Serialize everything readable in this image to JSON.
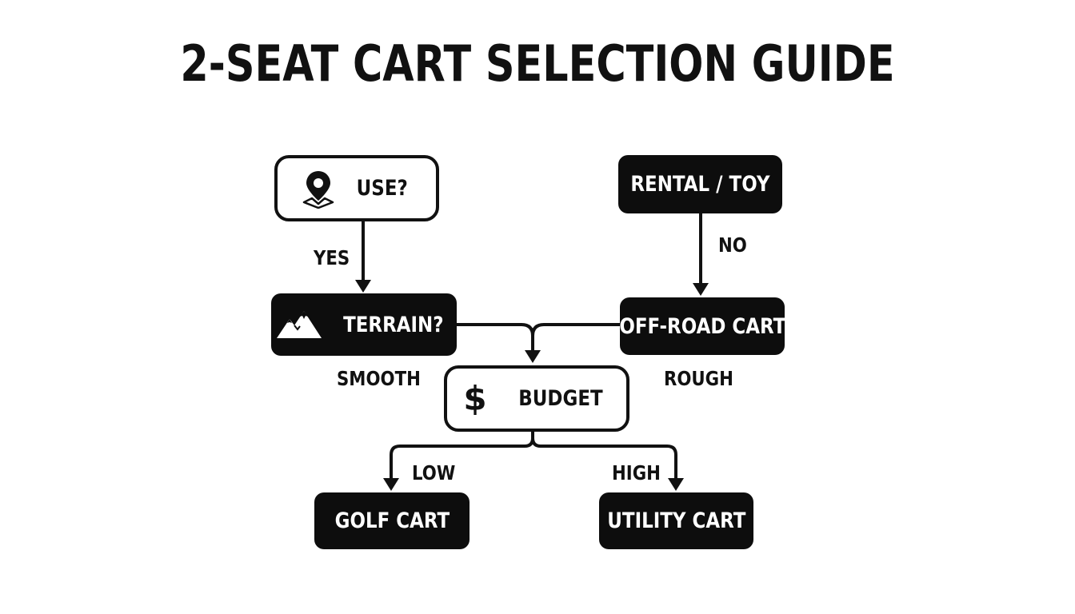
{
  "diagram": {
    "title": "2-SEAT CART SELECTION GUIDE",
    "nodes": {
      "use": {
        "label": "USE?",
        "icon": "map-pin-icon"
      },
      "rental_toy": {
        "label": "RENTAL / TOY"
      },
      "terrain": {
        "label": "TERRAIN?",
        "icon": "mountains-icon"
      },
      "off_road_cart": {
        "label": "OFF-ROAD CART"
      },
      "budget": {
        "label": "BUDGET",
        "icon": "dollar-sign-icon"
      },
      "golf_cart": {
        "label": "GOLF CART"
      },
      "utility_cart": {
        "label": "UTILITY CART"
      }
    },
    "edges": {
      "use_terrain": {
        "from": "use",
        "to": "terrain",
        "label": "YES"
      },
      "rental_offroad": {
        "from": "rental_toy",
        "to": "off_road_cart",
        "label": "NO"
      },
      "terrain_budget": {
        "from": "terrain",
        "to": "budget",
        "label": "SMOOTH"
      },
      "offroad_budget": {
        "from": "off_road_cart",
        "to": "budget",
        "label": "ROUGH"
      },
      "budget_golf": {
        "from": "budget",
        "to": "golf_cart",
        "label": "LOW"
      },
      "budget_utility": {
        "from": "budget",
        "to": "utility_cart",
        "label": "HIGH"
      }
    },
    "colors": {
      "ink": "#111111",
      "background": "#ffffff",
      "filled_node": "#0d0d0d",
      "filled_text": "#ffffff"
    }
  }
}
